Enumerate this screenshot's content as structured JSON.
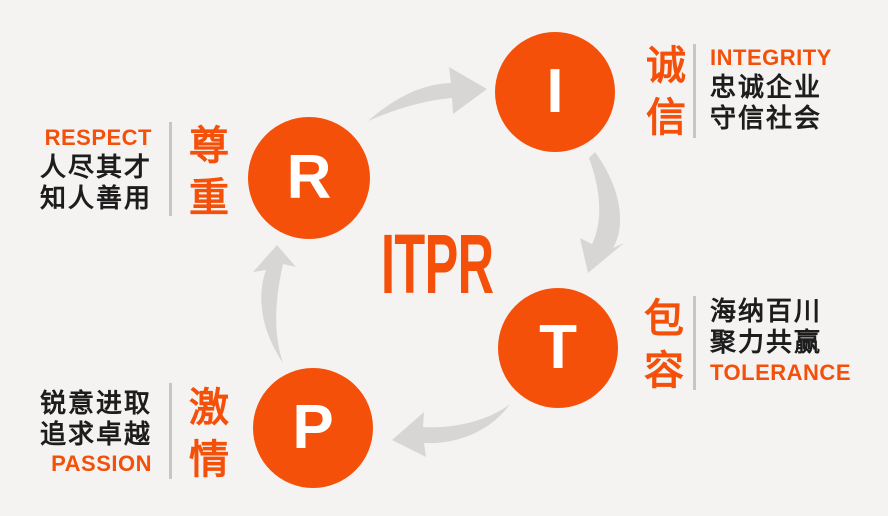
{
  "title": "ITPR",
  "colors": {
    "background": "#f4f3f1",
    "accent_orange": "#f4500a",
    "arrow_gray": "#d7d6d4",
    "divider_gray": "#c7c6c4",
    "text_dark": "#1d1d1d",
    "circle_letter": "#ffffff"
  },
  "nodes": [
    {
      "id": "integrity",
      "letter": "I",
      "cn_word": "诚信",
      "english": "INTEGRITY",
      "cn_lines": [
        "忠诚企业",
        "守信社会"
      ]
    },
    {
      "id": "tolerance",
      "letter": "T",
      "cn_word": "包容",
      "english": "TOLERANCE",
      "cn_lines": [
        "海纳百川",
        "聚力共赢"
      ]
    },
    {
      "id": "passion",
      "letter": "P",
      "cn_word": "激情",
      "english": "PASSION",
      "cn_lines": [
        "锐意进取",
        "追求卓越"
      ]
    },
    {
      "id": "respect",
      "letter": "R",
      "cn_word": "尊重",
      "english": "RESPECT",
      "cn_lines": [
        "人尽其才",
        "知人善用"
      ]
    }
  ],
  "icons": {
    "cycle_arrows": [
      "arrow-r-to-i",
      "arrow-i-to-t",
      "arrow-t-to-p",
      "arrow-p-to-r"
    ]
  }
}
